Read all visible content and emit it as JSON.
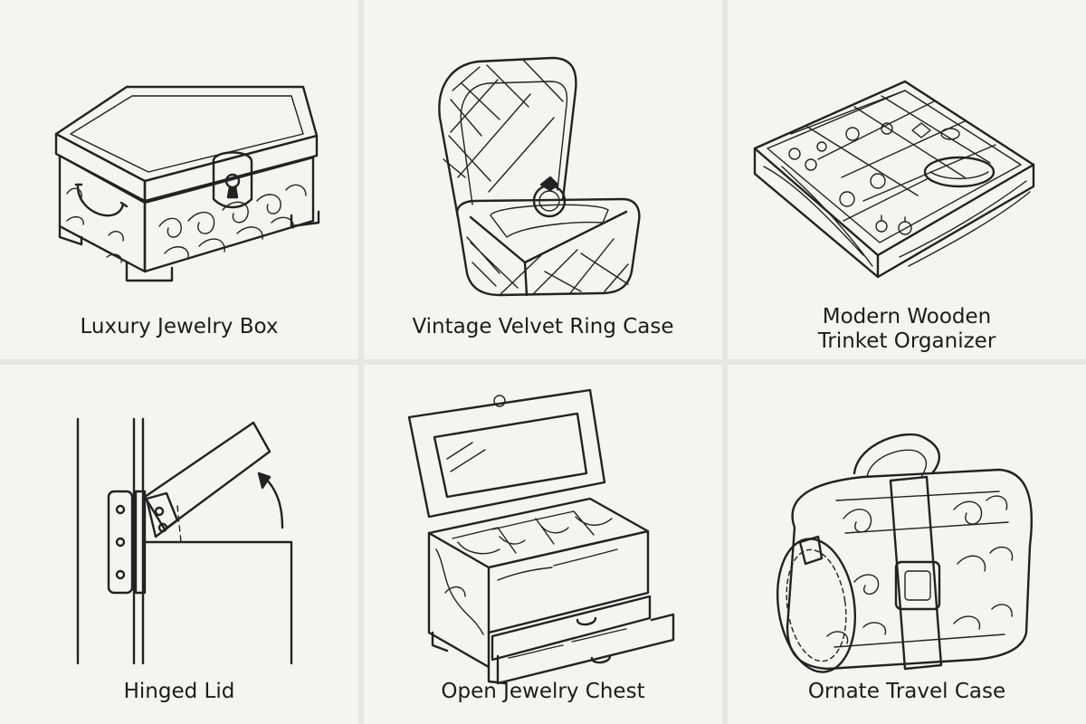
{
  "tiles": [
    {
      "caption": [
        "Luxury Jewelry Box"
      ],
      "icon": "luxury-jewelry-box-illustration"
    },
    {
      "caption": [
        "Vintage Velvet Ring Case"
      ],
      "icon": "ring-case-illustration"
    },
    {
      "caption": [
        "Modern Wooden",
        "Trinket Organizer"
      ],
      "icon": "trinket-organizer-illustration"
    },
    {
      "caption": [
        "Hinged Lid"
      ],
      "icon": "hinged-lid-illustration"
    },
    {
      "caption": [
        "Open Jewelry Chest"
      ],
      "icon": "open-jewelry-chest-illustration"
    },
    {
      "caption": [
        "Ornate Travel Case"
      ],
      "icon": "travel-case-illustration"
    }
  ]
}
